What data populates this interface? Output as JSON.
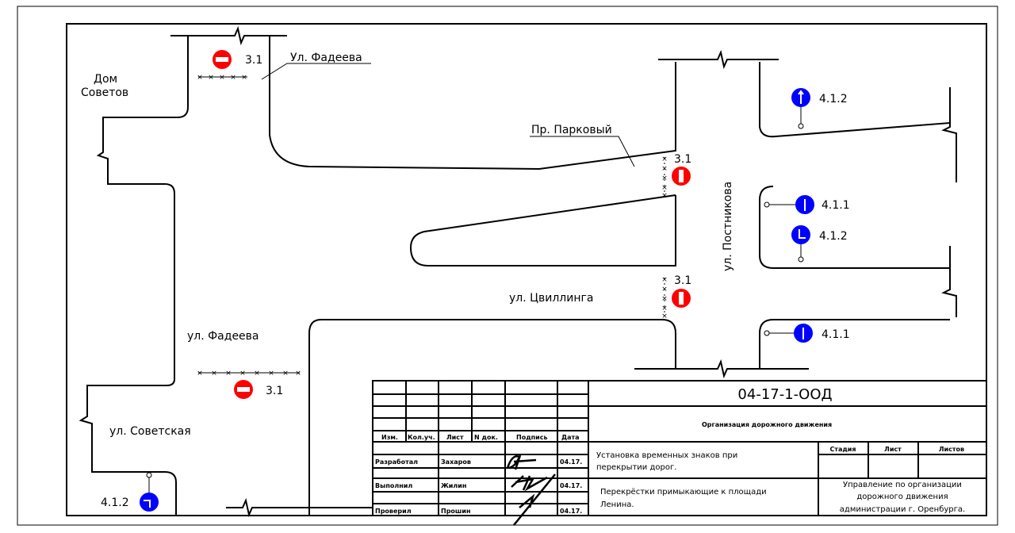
{
  "streets": {
    "fadeeva_top": "Ул. Фадеева",
    "dom_sovetov_1": "Дом",
    "dom_sovetov_2": "Советов",
    "parkovy": "Пр. Парковый",
    "tsvillinga": "ул. Цвиллинга",
    "postnikova": "ул. Постникова",
    "fadeeva_left": "ул. Фадеева",
    "sovetskaya": "ул. Советская"
  },
  "signs": {
    "no_entry_code": "3.1",
    "straight_code": "4.1.1",
    "right_code": "4.1.2",
    "red": "#ff0000",
    "blue": "#0000ff"
  },
  "title_block": {
    "doc_number": "04-17-1-ООД",
    "project": "Организация дорожного движения",
    "headers": [
      "Изм.",
      "Кол.уч.",
      "Лист",
      "N док.",
      "Подпись",
      "Дата"
    ],
    "rows": [
      {
        "role": "Разработал",
        "name": "Захаров",
        "date": "04.17."
      },
      {
        "role": "Выполнил",
        "name": "Жилин",
        "date": "04.17."
      },
      {
        "role": "Проверил",
        "name": "Прошин",
        "date": "04.17."
      }
    ],
    "description_1": "Установка временных знаков при",
    "description_2": "перекрытии дорог.",
    "location_1": "Перекрёстки примыкающие к площади",
    "location_2": "Ленина.",
    "stage_headers": [
      "Стадия",
      "Лист",
      "Листов"
    ],
    "org_1": "Управление по организации",
    "org_2": "дорожного движения",
    "org_3": "администрации г. Оренбурга."
  }
}
